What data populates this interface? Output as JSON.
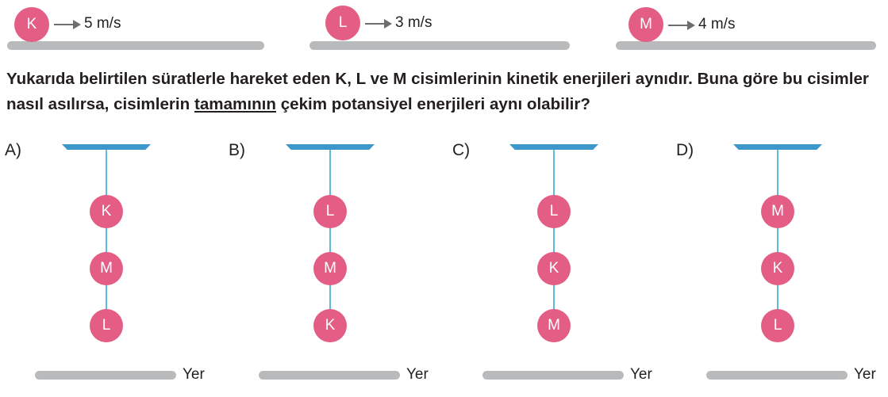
{
  "objects": [
    {
      "name": "K",
      "speed": "5 m/s"
    },
    {
      "name": "L",
      "speed": "3 m/s"
    },
    {
      "name": "M",
      "speed": "4 m/s"
    }
  ],
  "question": {
    "part1": "Yukarıda belirtilen süratlerle hareket eden K, L ve M cisimlerinin kinetik enerjileri aynıdır. Buna göre bu cisimler nasıl asılırsa, cisimlerin ",
    "underlined": "tamamının",
    "part2": " çekim potansiyel enerjileri aynı olabilir?"
  },
  "options": [
    {
      "label": "A)",
      "balls": [
        "K",
        "M",
        "L"
      ],
      "ground_label": "Yer"
    },
    {
      "label": "B)",
      "balls": [
        "L",
        "M",
        "K"
      ],
      "ground_label": "Yer"
    },
    {
      "label": "C)",
      "balls": [
        "L",
        "K",
        "M"
      ],
      "ground_label": "Yer"
    },
    {
      "label": "D)",
      "balls": [
        "M",
        "K",
        "L"
      ],
      "ground_label": "Yer"
    }
  ],
  "colors": {
    "ball": "#e35d85",
    "ceiling": "#3c97ca",
    "string": "#5fbbd8",
    "ground": "#b9babc"
  }
}
